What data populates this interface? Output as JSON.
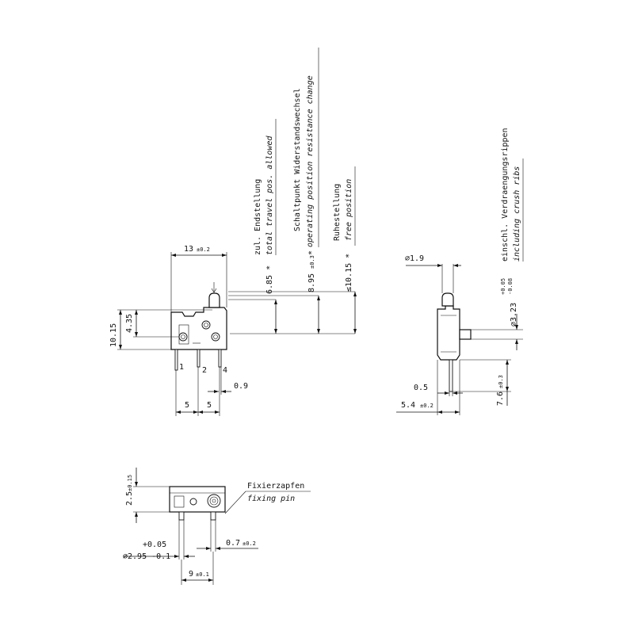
{
  "front_view": {
    "width": "13",
    "width_tol": "±0.2",
    "height_total": "10.15",
    "height_hole": "4.35",
    "pin_labels": [
      "1",
      "2",
      "4"
    ],
    "pin_width": "0.9",
    "pitch_a": "5",
    "pitch_b": "5"
  },
  "positions": {
    "total_travel_value": "6.85 *",
    "total_travel_de": "zul. Endstellung",
    "total_travel_en": "total travel pos. allowed",
    "operating_value": "8.95",
    "operating_tol": "±0.3",
    "operating_star": "*",
    "operating_de": "Schaltpunkt Widerstandswechsel",
    "operating_en": "operating position resistance change",
    "free_value": "≤10.15 *",
    "free_de": "Ruhestellung",
    "free_en": "free position"
  },
  "side_view": {
    "actuator_dia": "∅1.9",
    "rib_value": "∅3.23",
    "rib_tol_plus": "+0.05",
    "rib_tol_minus": "-0.08",
    "rib_note_de": "einschl. Verdraengungsrippen",
    "rib_note_en": "including crush ribs",
    "pin_thickness": "0.5",
    "pin_length": "7.6",
    "pin_length_tol": "±0.3",
    "depth": "5.4",
    "depth_tol": "±0.2"
  },
  "bottom_view": {
    "height": "2.5",
    "height_tol": "±0.15",
    "fix_de": "Fixierzapfen",
    "fix_en": "fixing pin",
    "pin_dia_tol_plus": "+0.05",
    "pin_dia": "∅2.95 -0.1",
    "pin_offset": "0.7",
    "pin_offset_tol": "±0.2",
    "pin_spacing": "9",
    "pin_spacing_tol": "±0.1"
  }
}
